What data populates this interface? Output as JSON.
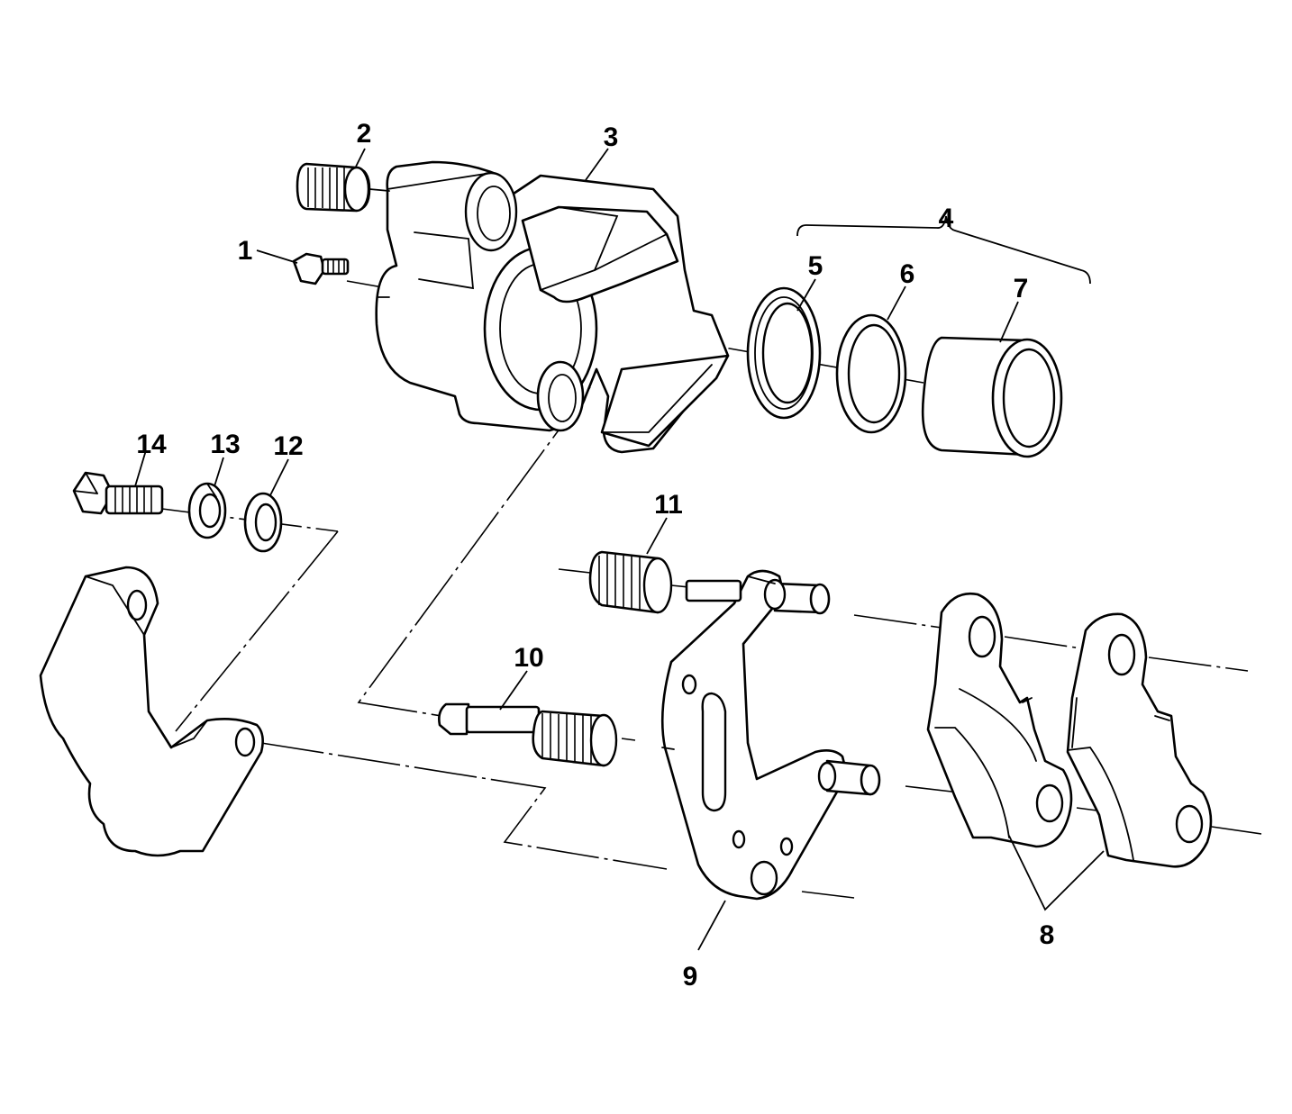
{
  "diagram": {
    "callouts": [
      {
        "id": "c1",
        "label": "1"
      },
      {
        "id": "c2",
        "label": "2"
      },
      {
        "id": "c3",
        "label": "3"
      },
      {
        "id": "c4",
        "label": "4"
      },
      {
        "id": "c5",
        "label": "5"
      },
      {
        "id": "c6",
        "label": "6"
      },
      {
        "id": "c7",
        "label": "7"
      },
      {
        "id": "c8",
        "label": "8"
      },
      {
        "id": "c9",
        "label": "9"
      },
      {
        "id": "c10",
        "label": "10"
      },
      {
        "id": "c11",
        "label": "11"
      },
      {
        "id": "c12",
        "label": "12"
      },
      {
        "id": "c13",
        "label": "13"
      },
      {
        "id": "c14",
        "label": "14"
      }
    ],
    "line_color": "#000000",
    "background": "#ffffff"
  }
}
